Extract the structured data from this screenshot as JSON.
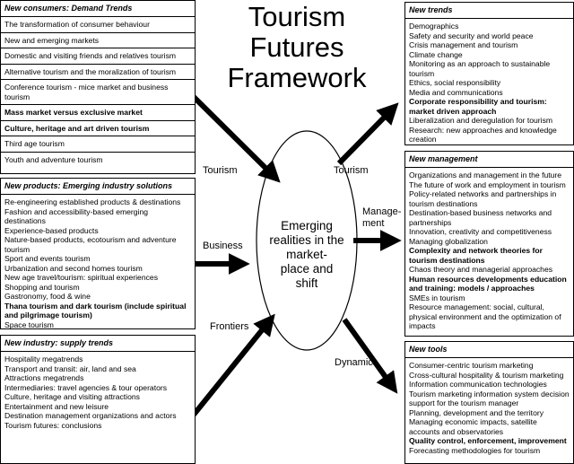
{
  "title": [
    "Tourism",
    "Futures",
    "Framework"
  ],
  "center_text": [
    "Emerging",
    "realities in the",
    "market-",
    "place and",
    "shift"
  ],
  "labels": {
    "tourism_left": "Tourism",
    "business": "Business",
    "frontiers": "Frontiers",
    "tourism_right": "Tourism",
    "management": [
      "Manage-",
      "ment"
    ],
    "dynamics": "Dynamics"
  },
  "consumers": {
    "header": "New consumers: Demand Trends",
    "rows": [
      {
        "text": "The transformation of consumer behaviour",
        "bold": false
      },
      {
        "text": "New and emerging markets",
        "bold": false
      },
      {
        "text": "Domestic and visiting friends and relatives tourism",
        "bold": false
      },
      {
        "text": "Alternative tourism and the moralization of tourism",
        "bold": false
      },
      {
        "text": "Conference tourism - mice market and business tourism",
        "bold": false
      },
      {
        "text": "Mass market versus exclusive market",
        "bold": true
      },
      {
        "text": "Culture, heritage and art driven tourism",
        "bold": true
      },
      {
        "text": "Third age tourism",
        "bold": false
      },
      {
        "text": "Youth and adventure tourism",
        "bold": false
      }
    ]
  },
  "products": {
    "header": "New products: Emerging industry solutions",
    "items": [
      {
        "text": "Re-engineering established products & destinations",
        "bold": false
      },
      {
        "text": "Fashion and accessibility-based emerging destinations",
        "bold": false
      },
      {
        "text": "Experience-based products",
        "bold": false
      },
      {
        "text": "Nature-based products, ecotourism and adventure tourism",
        "bold": false
      },
      {
        "text": "Sport and events tourism",
        "bold": false
      },
      {
        "text": "Urbanization and second homes tourism",
        "bold": false
      },
      {
        "text": "New age travel/tourism: spiritual experiences",
        "bold": false
      },
      {
        "text": "Shopping and tourism",
        "bold": false
      },
      {
        "text": "Gastronomy, food & wine",
        "bold": false
      },
      {
        "text": "Thana tourism and dark tourism (include spiritual and pilgrimage tourism)",
        "bold": true
      },
      {
        "text": "Space tourism",
        "bold": false
      }
    ]
  },
  "industry": {
    "header": "New industry: supply trends",
    "items": [
      {
        "text": "Hospitality megatrends",
        "bold": false
      },
      {
        "text": "Transport and transit: air, land and sea",
        "bold": false
      },
      {
        "text": "Attractions megatrends",
        "bold": false
      },
      {
        "text": "Intermediaries: travel agencies & tour operators",
        "bold": false
      },
      {
        "text": "Culture, heritage and visiting attractions",
        "bold": false
      },
      {
        "text": "Entertainment and new leisure",
        "bold": false
      },
      {
        "text": "Destination management organizations and actors",
        "bold": false
      },
      {
        "text": "Tourism futures: conclusions",
        "bold": false
      }
    ]
  },
  "trends": {
    "header": "New trends",
    "items": [
      {
        "text": "Demographics",
        "bold": false
      },
      {
        "text": "Safety and security and world peace",
        "bold": false
      },
      {
        "text": "Crisis management and tourism",
        "bold": false
      },
      {
        "text": "Climate change",
        "bold": false
      },
      {
        "text": "Monitoring as an approach to sustainable tourism",
        "bold": false
      },
      {
        "text": "Ethics, social responsibility",
        "bold": false
      },
      {
        "text": "Media and communications",
        "bold": false
      },
      {
        "text": "Corporate responsibility and tourism: market driven approach",
        "bold": true
      },
      {
        "text": "Liberalization and deregulation for tourism",
        "bold": false
      },
      {
        "text": "Research: new approaches and knowledge creation",
        "bold": false
      }
    ]
  },
  "management": {
    "header": "New management",
    "items": [
      {
        "text": "Organizations and management in the future",
        "bold": false
      },
      {
        "text": "The future of work and employment in tourism",
        "bold": false
      },
      {
        "text": "Policy-related networks and partnerships in tourism destinations",
        "bold": false
      },
      {
        "text": "Destination-based business networks and partnerships",
        "bold": false
      },
      {
        "text": "Innovation, creativity and competitiveness",
        "bold": false
      },
      {
        "text": "Managing globalization",
        "bold": false
      },
      {
        "text": "Complexity and network theories for tourism destinations",
        "bold": true
      },
      {
        "text": "Chaos theory and managerial approaches",
        "bold": false
      },
      {
        "text": "Human resources developments education and training: models / approaches",
        "bold": true
      },
      {
        "text": "SMEs in tourism",
        "bold": false
      },
      {
        "text": "Resource management: social, cultural, physical environment and the optimization of impacts",
        "bold": false
      }
    ]
  },
  "tools": {
    "header": "New tools",
    "items": [
      {
        "text": "Consumer-centric tourism marketing",
        "bold": false
      },
      {
        "text": "Cross-cultural hospitality & tourism marketing",
        "bold": false
      },
      {
        "text": "Information communication technologies",
        "bold": false
      },
      {
        "text": "Tourism marketing information system decision support for the tourism manager",
        "bold": false
      },
      {
        "text": "Planning, development and the territory",
        "bold": false
      },
      {
        "text": "Managing economic impacts, satellite accounts and observatories",
        "bold": false
      },
      {
        "text": "Quality control, enforcement, improvement",
        "bold": true
      },
      {
        "text": "Forecasting methodologies for tourism",
        "bold": false
      }
    ]
  }
}
